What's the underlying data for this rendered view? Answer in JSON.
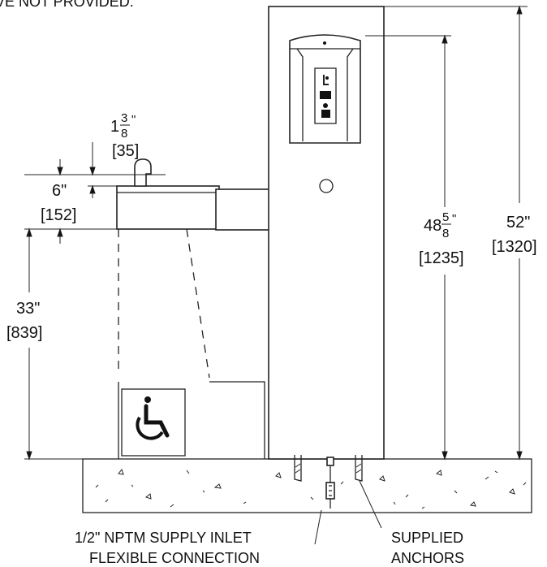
{
  "header_note": "VE NOT PROVIDED.",
  "dimensions": {
    "bubbler_offset": {
      "whole": "1",
      "num": "3",
      "den": "8",
      "inch_suffix": "\"",
      "mm": "[35]"
    },
    "basin_height": {
      "inch": "6\"",
      "mm": "[152]"
    },
    "rim_height": {
      "inch": "33\"",
      "mm": "[839]"
    },
    "filler_height": {
      "whole": "48",
      "num": "5",
      "den": "8",
      "inch_suffix": "\"",
      "mm": "[1235]"
    },
    "overall_height": {
      "inch": "52\"",
      "mm": "[1320]"
    }
  },
  "callouts": {
    "supply_line1": "1/2\" NPTM SUPPLY INLET",
    "supply_line2": "FLEXIBLE CONNECTION",
    "anchors_line1": "SUPPLIED",
    "anchors_line2": "ANCHORS"
  },
  "icons": [
    "wheelchair-accessibility-icon",
    "bottle-filling-icon",
    "sensor-icon",
    "push-button-icon"
  ]
}
